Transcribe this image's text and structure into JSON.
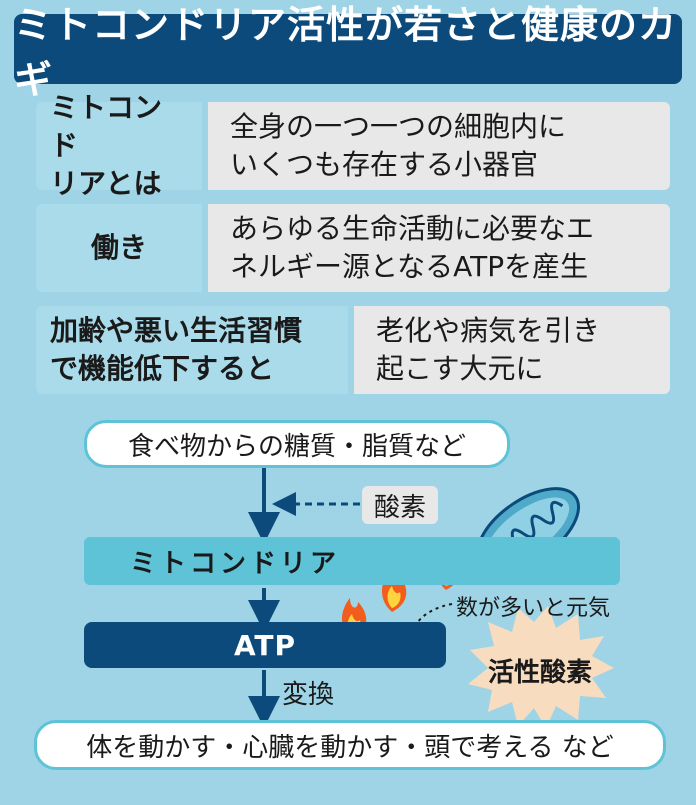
{
  "title": "ミトコンドリア活性が若さと健康のカギ",
  "info_rows": [
    {
      "label": [
        "ミトコンド",
        "リアとは"
      ],
      "value": [
        "全身の一つ一つの細胞内に",
        "いくつも存在する小器官"
      ]
    },
    {
      "label": [
        "働き"
      ],
      "value": [
        "あらゆる生命活動に必要なエ",
        "ネルギー源となるATPを産生"
      ]
    },
    {
      "label": [
        "加齢や悪い生活習慣",
        "で機能低下すると"
      ],
      "value": [
        "老化や病気を引き",
        "起こす大元に"
      ]
    }
  ],
  "flow": {
    "food": "食べ物からの糖質・脂質など",
    "oxygen": "酸素",
    "mitochondria": "ミトコンドリア",
    "atp": "ATP",
    "atp_note": "数が多いと元気",
    "ros": "活性酸素",
    "convert": "変換",
    "result": "体を動かす・心臓を動かす・頭で考える など"
  },
  "colors": {
    "background": "#9ed4e6",
    "title_bg": "#0b4a7a",
    "label_bg": "#a9dbea",
    "value_bg": "#e8e8e8",
    "accent": "#5ec3d6",
    "ros_star": "#f8dcc0",
    "flame": "#f25c1c"
  }
}
